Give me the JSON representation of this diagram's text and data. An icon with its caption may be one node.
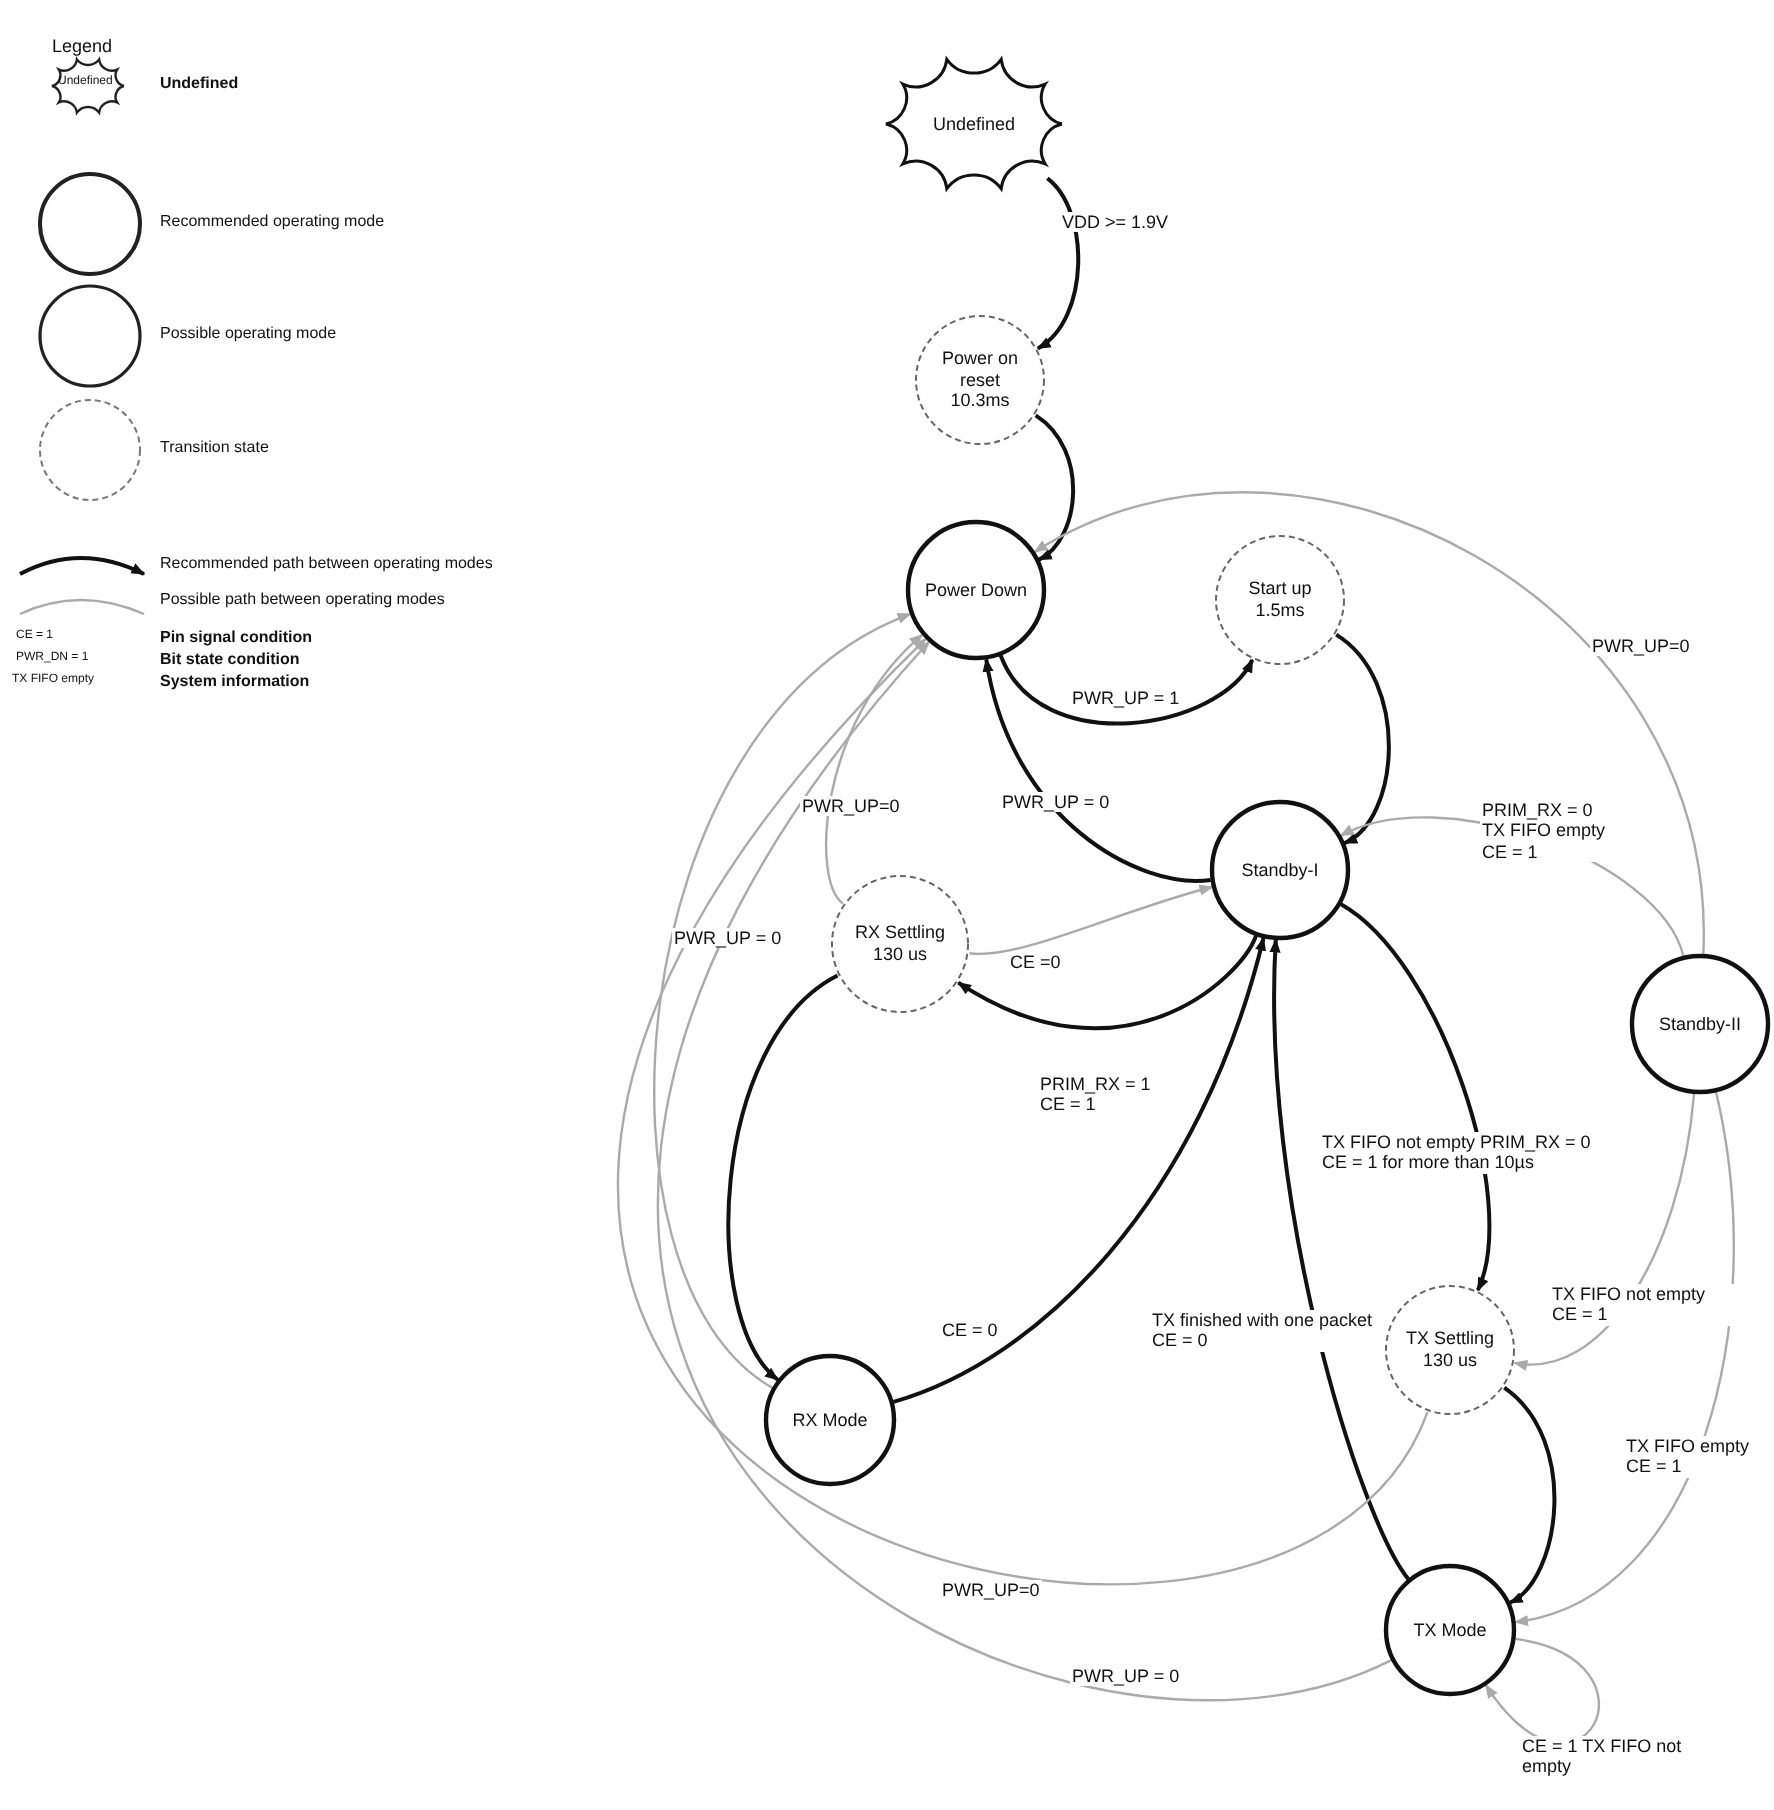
{
  "diagram": {
    "nodes": [
      {
        "text": [
          "Undefined"
        ]
      },
      {
        "text": [
          "Power on reset 10.3ms"
        ]
      },
      {
        "text": [
          "Power Down"
        ]
      },
      {
        "text": [
          "Start up 1.5ms"
        ]
      },
      {
        "text": [
          "Standby-I"
        ]
      },
      {
        "text": [
          "RX Settling 130 us"
        ]
      },
      {
        "text": [
          "Standby-II"
        ]
      },
      {
        "text": [
          "TX Settling 130 us"
        ]
      },
      {
        "text": [
          "RX Mode"
        ]
      },
      {
        "text": [
          "TX Mode"
        ]
      }
    ],
    "edges": [
      {
        "from": 0,
        "to": 1,
        "arrow": "to",
        "label": "VDD >= 1.9V"
      },
      {
        "from": 1,
        "to": 2,
        "arrow": "to"
      },
      {
        "from": 2,
        "to": 3,
        "arrow": "to",
        "label": "PWR_UP = 1"
      },
      {
        "from": 3,
        "to": 4,
        "arrow": "to"
      },
      {
        "from": 4,
        "to": 2,
        "arrow": "to",
        "label": "PWR_UP = 0"
      },
      {
        "from": 4,
        "to": 5,
        "arrow": "to",
        "label": "PRIM_RX = 1 CE = 1"
      },
      {
        "from": 5,
        "to": 8,
        "arrow": "to"
      },
      {
        "from": 8,
        "to": 4,
        "arrow": "to",
        "label": "CE = 0"
      },
      {
        "from": 4,
        "to": 7,
        "arrow": "to",
        "label": "TX FIFO not empty PRIM_RX = 0 CE = 1 for more than 10µs"
      },
      {
        "from": 7,
        "to": 9,
        "arrow": "to"
      },
      {
        "from": 9,
        "to": 4,
        "arrow": "to",
        "label": "TX finished with one packet CE = 0"
      },
      {
        "from": 5,
        "to": 4,
        "arrow": "to",
        "label": "CE =0",
        "color": "#aaaaaa"
      },
      {
        "from": 5,
        "to": 2,
        "arrow": "to",
        "label": "PWR_UP=0",
        "color": "#aaaaaa"
      },
      {
        "from": 8,
        "to": 2,
        "arrow": "to",
        "label": "PWR_UP = 0",
        "color": "#aaaaaa"
      },
      {
        "from": 7,
        "to": 2,
        "arrow": "to",
        "label": "PWR_UP=0",
        "color": "#aaaaaa"
      },
      {
        "from": 9,
        "to": 2,
        "arrow": "to",
        "label": "PWR_UP = 0",
        "color": "#aaaaaa"
      },
      {
        "from": 6,
        "to": 2,
        "arrow": "to",
        "label": "PWR_UP=0",
        "color": "#aaaaaa"
      },
      {
        "from": 6,
        "to": 4,
        "arrow": "to",
        "label": "PRIM_RX = 0 TX FIFO empty CE = 1",
        "color": "#aaaaaa"
      },
      {
        "from": 6,
        "to": 7,
        "arrow": "to",
        "label": "TX FIFO not empty CE = 1",
        "color": "#aaaaaa"
      },
      {
        "from": 6,
        "to": 9,
        "arrow": "to",
        "label": "TX FIFO empty CE = 1",
        "color": "#aaaaaa"
      },
      {
        "from": 9,
        "to": 9,
        "arrow": "to",
        "label": "CE = 1 TX FIFO not empty",
        "color": "#aaaaaa"
      }
    ],
    "labels": [
      "Legend",
      "Undefined",
      "CE = 1",
      "PWR_DN = 1",
      "TX FIFO empty"
    ],
    "legend": [
      {
        "text": "Undefined"
      },
      {
        "text": "Recommended operating mode"
      },
      {
        "text": "Possible operating mode"
      },
      {
        "text": "Transition state"
      },
      {
        "text": "Recommended path between operating modes"
      },
      {
        "text": "Possible path between operating modes"
      },
      {
        "text": "Pin signal condition"
      },
      {
        "text": "Bit state condition"
      },
      {
        "text": "System information"
      }
    ]
  }
}
